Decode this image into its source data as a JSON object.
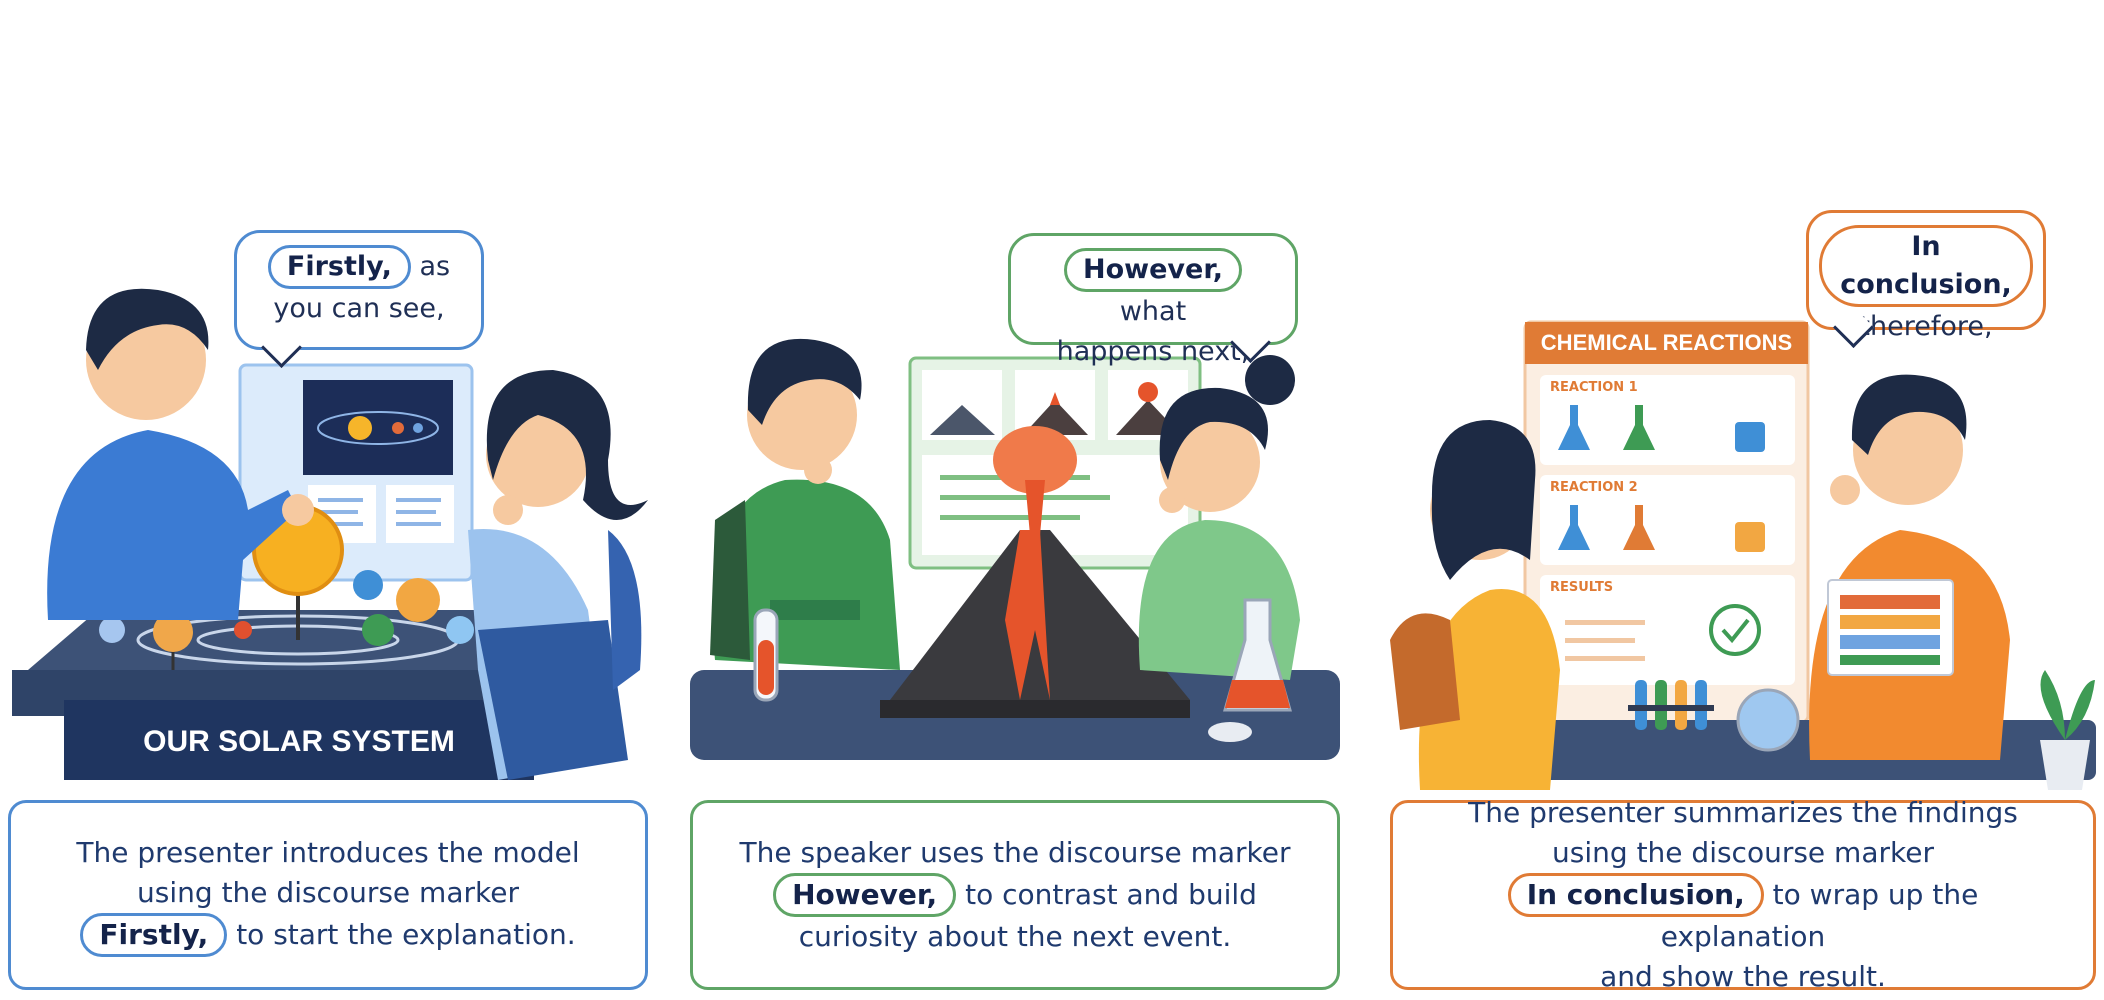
{
  "panels": [
    {
      "theme": "#4f8bd1",
      "bubble": {
        "marker": "Firstly,",
        "text1": "as",
        "text2": "you can see,"
      },
      "sign": "OUR SOLAR SYSTEM",
      "caption": {
        "line1": "The presenter introduces the model",
        "line2": "using the discourse marker",
        "marker": "Firstly,",
        "line3": "to start the explanation."
      }
    },
    {
      "theme": "#5fa566",
      "bubble": {
        "marker": "However,",
        "text1": "what",
        "text2": "happens next,"
      },
      "caption": {
        "marker": "However,",
        "line1": "The speaker uses the discourse marker",
        "line2": "to contrast and build",
        "line3": "curiosity about the next event."
      }
    },
    {
      "theme": "#e07b35",
      "bubble": {
        "marker": "In conclusion,",
        "text2": "therefore,"
      },
      "poster": {
        "title": "CHEMICAL REACTIONS",
        "r1": "REACTION 1",
        "r2": "REACTION 2",
        "r3": "RESULTS"
      },
      "caption": {
        "line1": "The presenter summarizes the findings",
        "line2": "using the discourse marker",
        "marker": "In conclusion,",
        "line3": "to wrap up the explanation",
        "line4": "and show the result."
      }
    }
  ]
}
